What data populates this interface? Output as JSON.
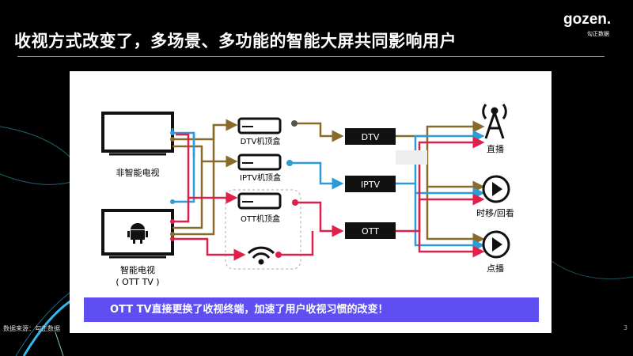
{
  "title": "收视方式改变了，多场景、多功能的智能大屏共同影响用户",
  "logo": {
    "name": "gozen.",
    "sub": "勾正数据"
  },
  "diagram": {
    "tv_dumb": "非智能电视",
    "tv_smart": "智能电视",
    "tv_smart_sub": "( OTT TV )",
    "box_dtv": "DTV机顶盒",
    "box_iptv": "IPTV机顶盒",
    "box_ott": "OTT机顶盒",
    "sig_dtv": "DTV",
    "sig_iptv": "IPTV",
    "sig_ott": "OTT",
    "out_live": "直播",
    "out_timeshift": "时移/回看",
    "out_vod": "点播",
    "colors": {
      "brown": "#8a6a2a",
      "blue": "#2f9ad8",
      "red": "#e0204a",
      "banner": "#5f4ef0"
    }
  },
  "banner": "OTT TV直接更换了收视终端，加速了用户收视习惯的改变！",
  "footer": {
    "source": "数据来源：勾正数据",
    "page": "3"
  }
}
